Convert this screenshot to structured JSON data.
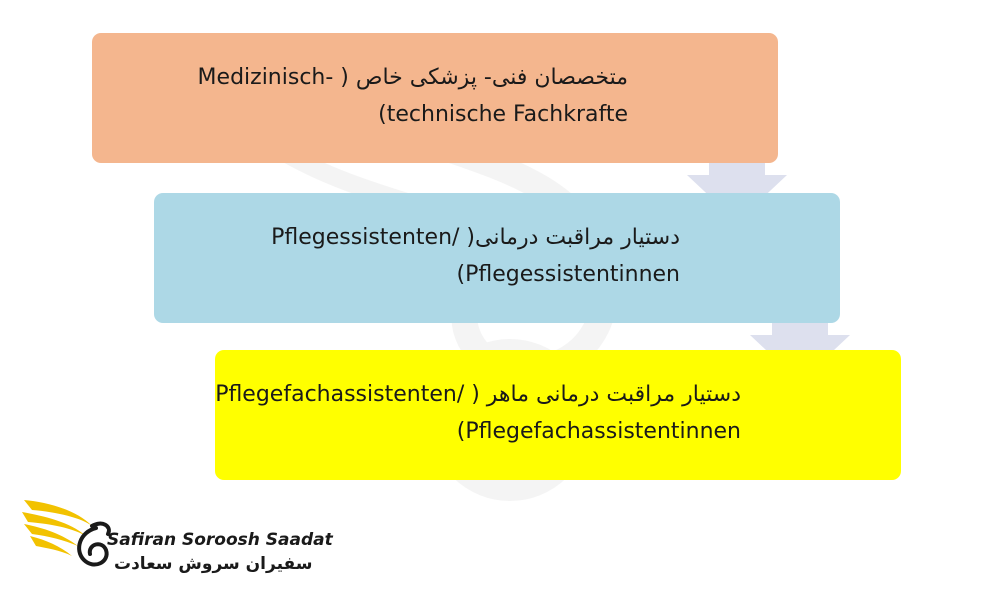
{
  "steps": [
    {
      "line1": "متخصصان فنی- پزشکی خاص ( -Medizinisch",
      "line2": "technische Fachkrafte)",
      "color": "#f4b68e"
    },
    {
      "line1": "دستیار مراقبت درمانی( /Pflegessistenten",
      "line2": "Pflegessistentinnen)",
      "color": "#add8e6"
    },
    {
      "line1": "دستیار مراقبت درمانی ماهر ( /Pflegefachassistenten",
      "line2": "Pflegefachassistentinnen)",
      "color": "#ffff00"
    }
  ],
  "arrow_color": "#dde0ee",
  "logo": {
    "latin": "Safiran Soroosh Saadat",
    "persian": "سفیران سروش سعادت",
    "accent_color": "#f2c200"
  }
}
